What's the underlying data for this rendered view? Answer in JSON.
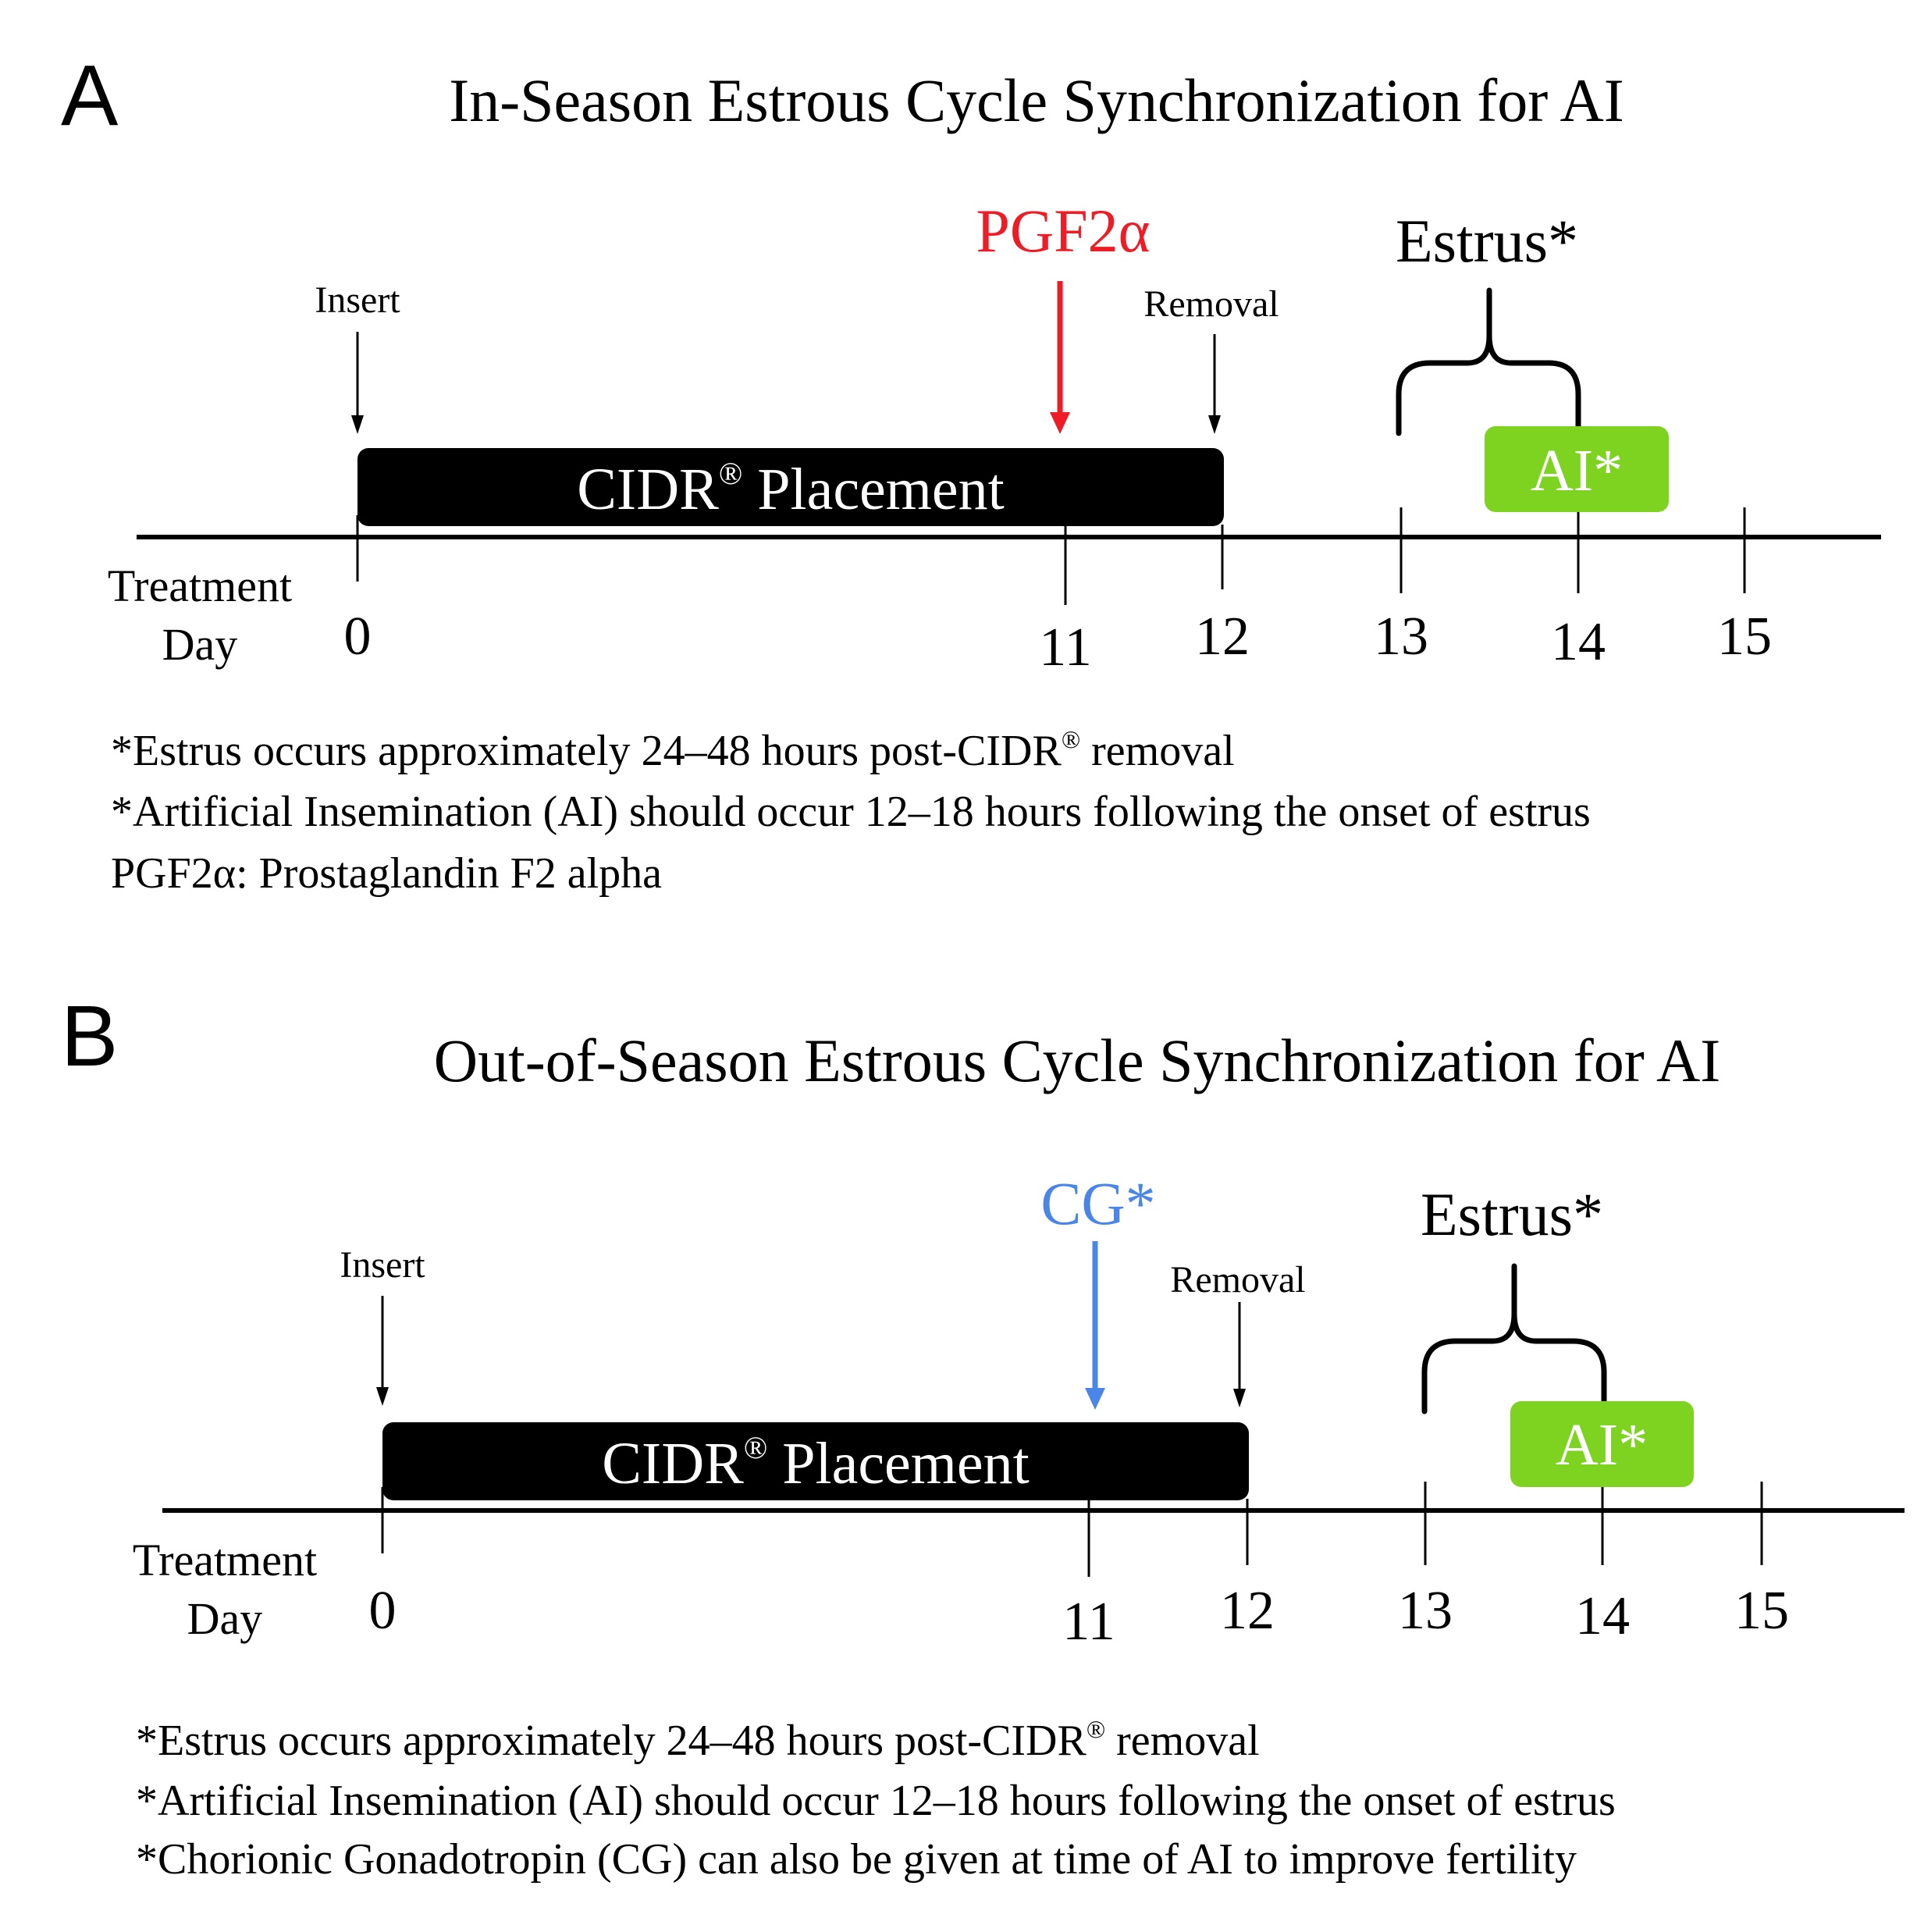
{
  "colors": {
    "black": "#000000",
    "pgf_red": "#ee1c25",
    "cg_blue": "#4a86e8",
    "ai_green": "#7ed321"
  },
  "panel_a": {
    "letter": "A",
    "title": "In-Season Estrous Cycle Synchronization for AI",
    "hormone_label": "PGF2α",
    "insert_label": "Insert",
    "removal_label": "Removal",
    "estrus_label": "Estrus*",
    "cidr_label": "CIDR",
    "cidr_reg": "®",
    "cidr_placement": " Placement",
    "ai_label": "AI*",
    "axis_label_line1": "Treatment",
    "axis_label_line2": "Day",
    "days": [
      "0",
      "11",
      "12",
      "13",
      "14",
      "15"
    ],
    "notes": [
      "*Estrus occurs approximately 24–48 hours post-CIDR",
      "*Artificial Insemination (AI) should occur 12–18 hours following the onset of estrus",
      "PGF2α: Prostaglandin F2 alpha"
    ],
    "note1_reg": "®",
    "note1_tail": " removal"
  },
  "panel_b": {
    "letter": "B",
    "title": "Out-of-Season Estrous Cycle Synchronization for AI",
    "hormone_label": "CG*",
    "insert_label": "Insert",
    "removal_label": "Removal",
    "estrus_label": "Estrus*",
    "cidr_label": "CIDR",
    "cidr_reg": "®",
    "cidr_placement": " Placement",
    "ai_label": "AI*",
    "axis_label_line1": "Treatment",
    "axis_label_line2": "Day",
    "days": [
      "0",
      "11",
      "12",
      "13",
      "14",
      "15"
    ],
    "notes": [
      "*Estrus occurs approximately 24–48 hours post-CIDR",
      "*Artificial Insemination (AI) should occur 12–18 hours following the onset of estrus",
      "*Chorionic Gonadotropin (CG) can also be given at time of AI to improve fertility"
    ],
    "note1_reg": "®",
    "note1_tail": " removal"
  }
}
